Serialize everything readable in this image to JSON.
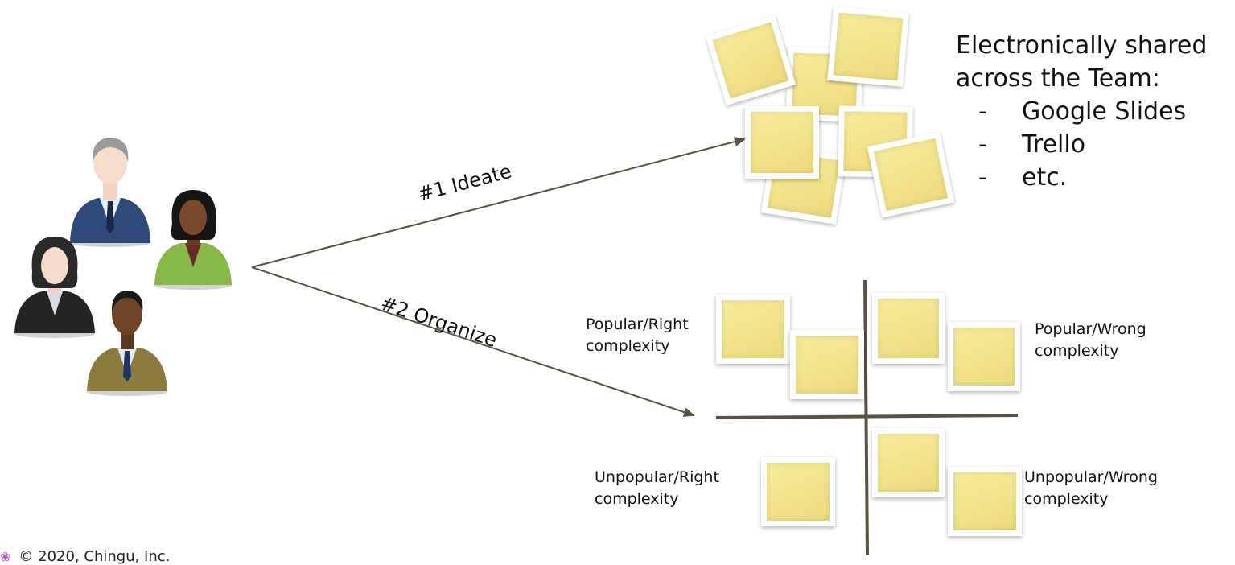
{
  "ideate_label": "#1 Ideate",
  "organize_label": "#2 Organize",
  "shared": {
    "heading_line1": "Electronically shared",
    "heading_line2": "across the Team:",
    "bullet_dash": "-",
    "items": [
      "Google Slides",
      "Trello",
      "etc."
    ]
  },
  "quadrants": {
    "top_left": [
      "Popular/Right",
      "complexity"
    ],
    "top_right": [
      "Popular/Wrong",
      "complexity"
    ],
    "bottom_left": [
      "Unpopular/Right",
      "complexity"
    ],
    "bottom_right": [
      "Unpopular/Wrong",
      "complexity"
    ]
  },
  "footer": {
    "text": "© 2020, Chingu, Inc.",
    "logo_icon": "chingu-logo-icon"
  },
  "colors": {
    "note_yellow": "#f2e28a",
    "arrow": "#5b5141",
    "axes": "#5b5141"
  }
}
